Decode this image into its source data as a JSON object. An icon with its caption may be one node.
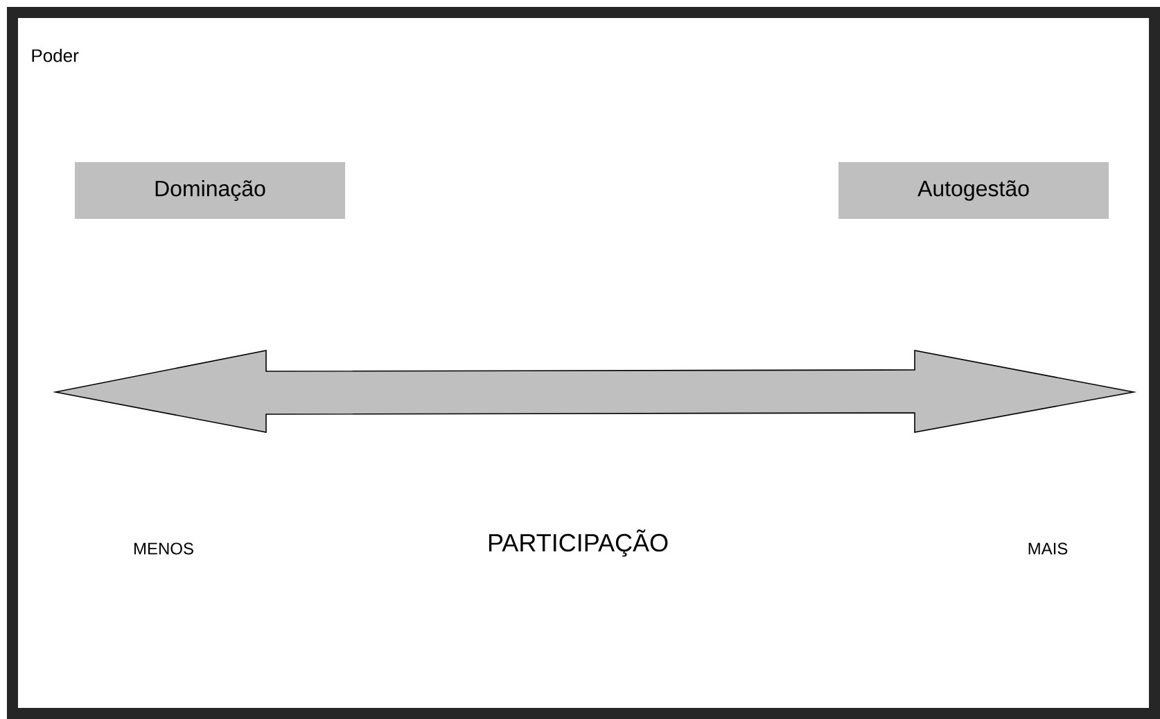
{
  "diagram": {
    "nodes": [
      {
        "text": [
          "Dominação"
        ]
      },
      {
        "text": [
          "Autogestão"
        ]
      }
    ],
    "labels": [
      "Poder",
      "MENOS",
      "PARTICIPAÇÃO",
      "MAIS"
    ]
  }
}
